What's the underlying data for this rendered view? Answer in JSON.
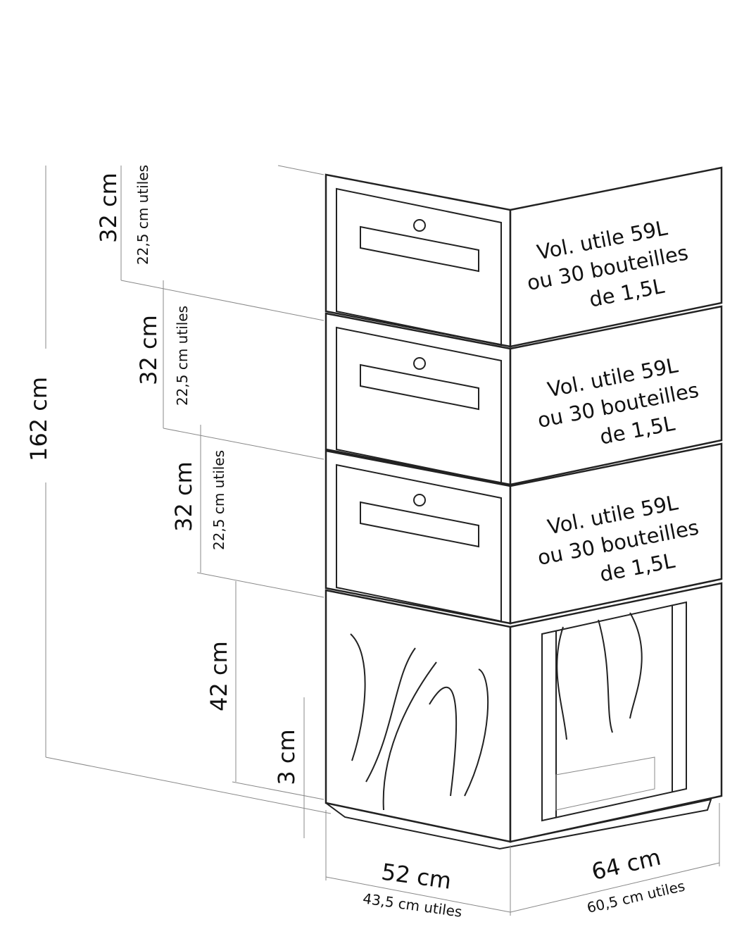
{
  "dimensions": {
    "total_height": "162 cm",
    "module_height": "32 cm",
    "module_useful": "22,5 cm utiles",
    "base_height": "42 cm",
    "foot_height": "3 cm",
    "width": "52 cm",
    "width_useful": "43,5 cm utiles",
    "depth": "64 cm",
    "depth_useful": "60,5 cm utiles"
  },
  "modules": [
    {
      "line1": "Vol. utile 59L",
      "line2": "ou 30 bouteilles",
      "line3": "de 1,5L"
    },
    {
      "line1": "Vol. utile 59L",
      "line2": "ou 30 bouteilles",
      "line3": "de 1,5L"
    },
    {
      "line1": "Vol. utile 59L",
      "line2": "ou 30 bouteilles",
      "line3": "de 1,5L"
    }
  ]
}
